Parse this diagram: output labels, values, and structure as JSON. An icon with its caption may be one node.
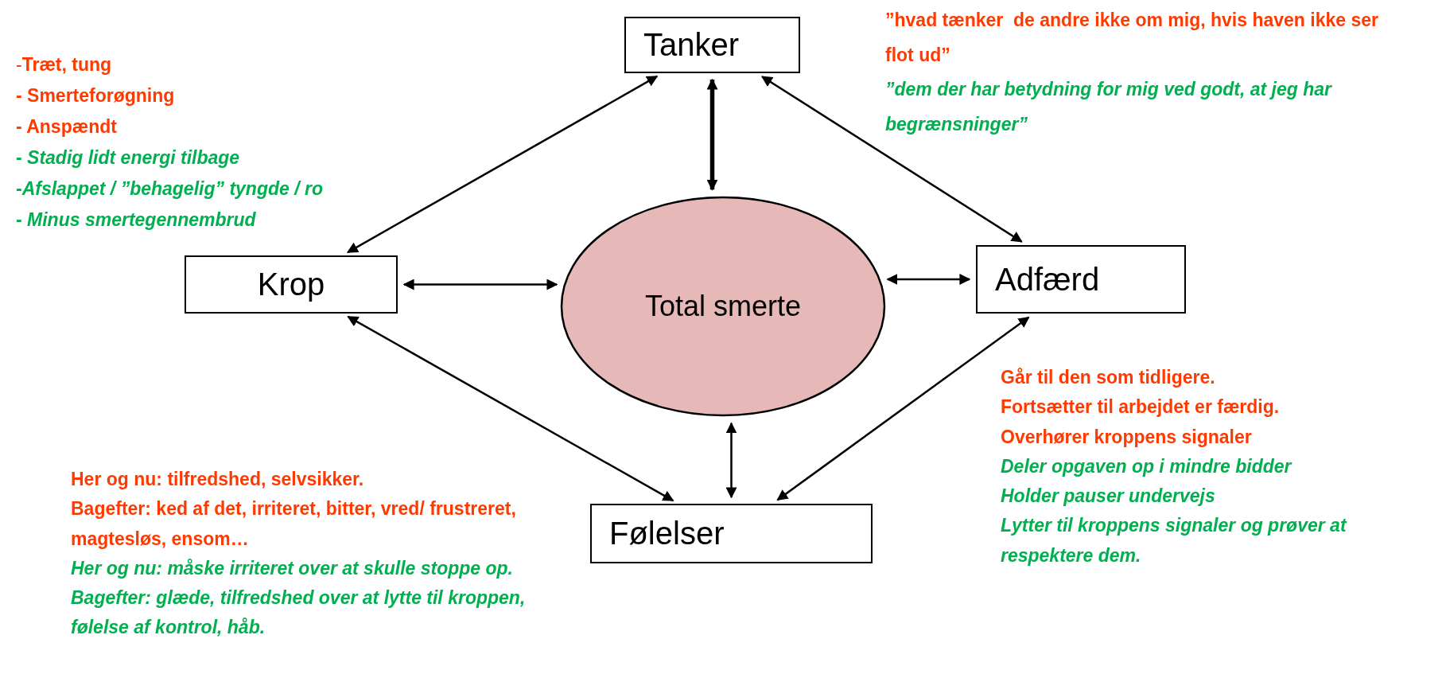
{
  "diagram": {
    "nodes": [
      {
        "text": [
          "Tanker"
        ]
      },
      {
        "text": [
          "Krop"
        ]
      },
      {
        "text": [
          "Total smerte"
        ]
      },
      {
        "text": [
          "Adfærd"
        ]
      },
      {
        "text": [
          "Følelser"
        ]
      }
    ],
    "edges": [
      {
        "from": 0,
        "to": 1,
        "arrow": "both"
      },
      {
        "from": 0,
        "to": 2,
        "arrow": "both",
        "style": "thick"
      },
      {
        "from": 0,
        "to": 3,
        "arrow": "both"
      },
      {
        "from": 1,
        "to": 2,
        "arrow": "both"
      },
      {
        "from": 2,
        "to": 3,
        "arrow": "both"
      },
      {
        "from": 1,
        "to": 4,
        "arrow": "both"
      },
      {
        "from": 2,
        "to": 4,
        "arrow": "both"
      },
      {
        "from": 3,
        "to": 4,
        "arrow": "both"
      }
    ],
    "labels": [
      "-**Træt, tung**",
      "- Smerteforøgning",
      "- Anspændt",
      "- *Stadig lidt energi tilbage*",
      "-*Afslappet / ”behagelig” tyngde / ro*",
      "- *Minus smertegennembrud*",
      "”hvad tænker  de andre ikke om mig, hvis haven ikke ser flot ud”",
      "”dem der har betydning for mig ved godt, at jeg har begrænsninger”",
      "Går til den som tidligere.",
      "Fortsætter til arbejdet er færdig.",
      "Overhører kroppens signaler",
      "Deler opgaven op i mindre bidder",
      "Holder pauser undervejs",
      "Lytter til kroppens signaler og prøver at respektere dem.",
      "Her og nu: tilfredshed, selvsikker.",
      "Bagefter: ked af det, irriteret, bitter, vred/ frustreret, magtesløs, ensom…",
      "Her og nu: måske irriteret over at skulle stoppe op.",
      "Bagefter: glæde, tilfredshed over at lytte til kroppen, følelse af kontrol, håb."
    ]
  }
}
